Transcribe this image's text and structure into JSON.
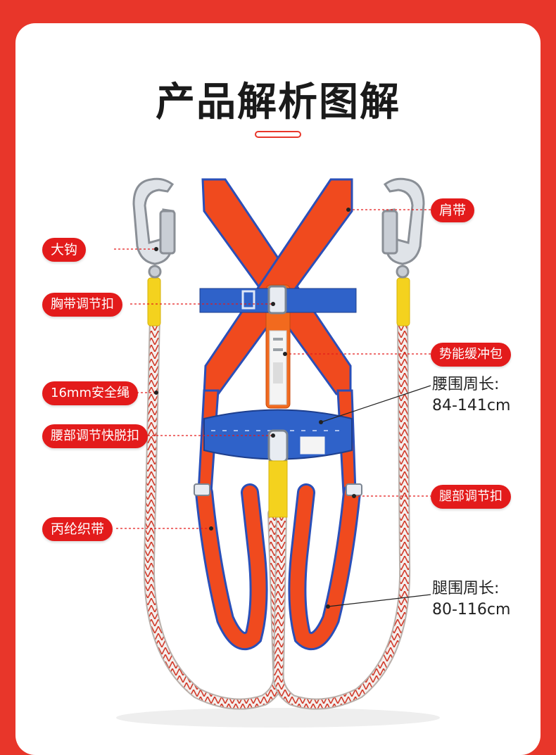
{
  "title": "产品解析图解",
  "labels": {
    "shoulder_strap": "肩带",
    "big_hook": "大钩",
    "chest_buckle": "胸带调节扣",
    "energy_absorber": "势能缓冲包",
    "safety_rope": "16mm安全绳",
    "waist_buckle": "腰部调节快脱扣",
    "leg_buckle": "腿部调节扣",
    "webbing": "丙纶织带"
  },
  "dimensions": {
    "waist_label": "腰围周长:",
    "waist_value": "84-141cm",
    "leg_label": "腿围周长:",
    "leg_value": "80-116cm"
  },
  "colors": {
    "brand_red": "#e31b1b",
    "strap_orange": "#f04a1e",
    "strap_edge_blue": "#2a4fb8",
    "belt_blue": "#2f62c9",
    "absorber_yellow": "#f2d21a"
  }
}
